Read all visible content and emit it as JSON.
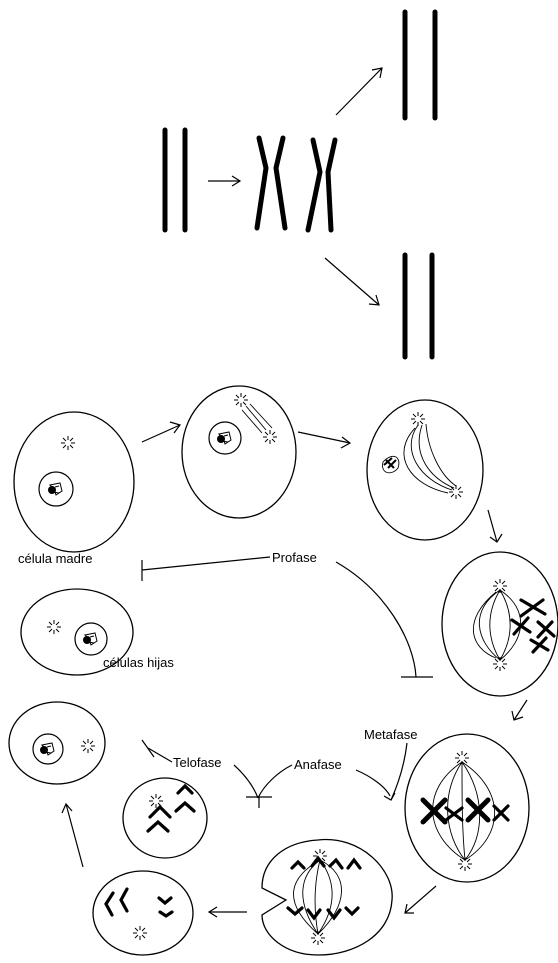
{
  "labels": {
    "mother_cell": "célula madre",
    "daughter_cells": "células hijas",
    "prophase": "Profase",
    "metaphase": "Metafase",
    "anaphase": "Anafase",
    "telophase": "Telofase"
  }
}
